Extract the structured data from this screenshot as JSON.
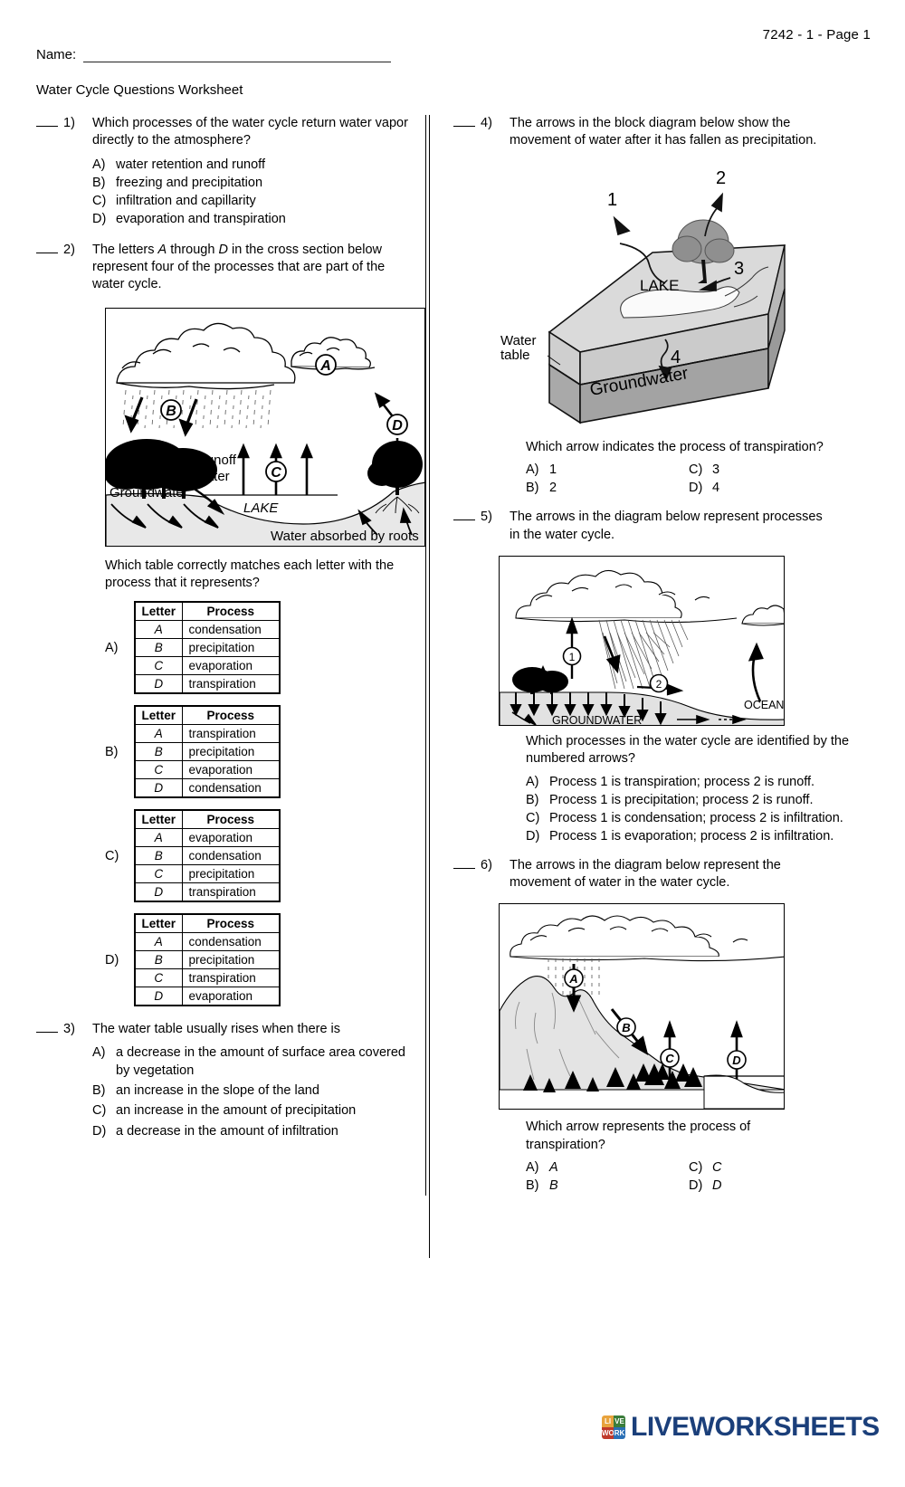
{
  "header": {
    "page_code": "7242 - 1 - Page 1",
    "name_label": "Name:",
    "worksheet_title": "Water Cycle Questions Worksheet"
  },
  "questions": [
    {
      "number": "1)",
      "stem": "Which processes of the water cycle return water vapor directly to the atmosphere?",
      "options": [
        {
          "key": "A)",
          "text": "water retention and runoff"
        },
        {
          "key": "B)",
          "text": "freezing and precipitation"
        },
        {
          "key": "C)",
          "text": "infiltration and capillarity"
        },
        {
          "key": "D)",
          "text": "evaporation and transpiration"
        }
      ]
    },
    {
      "number": "2)",
      "stem_part1": "The letters ",
      "stem_italic1": "A",
      "stem_part2": " through ",
      "stem_italic2": "D",
      "stem_part3": " in the cross section below represent four of the processes that are part of the water cycle.",
      "figure": {
        "labels": {
          "a": "A",
          "b": "B",
          "c": "C",
          "d": "D",
          "runoff": "Runoff",
          "runoff2": "water",
          "groundwater": "Groundwater",
          "lake": "LAKE",
          "roots": "Water absorbed by roots"
        }
      },
      "sub_stem": "Which table correctly matches each letter with the process that it represents?",
      "table_header": {
        "letter": "Letter",
        "process": "Process"
      },
      "table_choices": [
        {
          "key": "A)",
          "rows": [
            [
              "A",
              "condensation"
            ],
            [
              "B",
              "precipitation"
            ],
            [
              "C",
              "evaporation"
            ],
            [
              "D",
              "transpiration"
            ]
          ]
        },
        {
          "key": "B)",
          "rows": [
            [
              "A",
              "transpiration"
            ],
            [
              "B",
              "precipitation"
            ],
            [
              "C",
              "evaporation"
            ],
            [
              "D",
              "condensation"
            ]
          ]
        },
        {
          "key": "C)",
          "rows": [
            [
              "A",
              "evaporation"
            ],
            [
              "B",
              "condensation"
            ],
            [
              "C",
              "precipitation"
            ],
            [
              "D",
              "transpiration"
            ]
          ]
        },
        {
          "key": "D)",
          "rows": [
            [
              "A",
              "condensation"
            ],
            [
              "B",
              "precipitation"
            ],
            [
              "C",
              "transpiration"
            ],
            [
              "D",
              "evaporation"
            ]
          ]
        }
      ]
    },
    {
      "number": "3)",
      "stem": "The water table usually rises when there is",
      "options": [
        {
          "key": "A)",
          "text": "a decrease in the amount of surface area covered by vegetation"
        },
        {
          "key": "B)",
          "text": "an increase in the slope of the land"
        },
        {
          "key": "C)",
          "text": "an increase in the amount of precipitation"
        },
        {
          "key": "D)",
          "text": "a decrease in the amount of infiltration"
        }
      ]
    },
    {
      "number": "4)",
      "stem": "The arrows in the block diagram below show the movement of water after it has fallen as precipitation.",
      "figure": {
        "labels": {
          "one": "1",
          "two": "2",
          "three": "3",
          "four": "4",
          "lake": "LAKE",
          "water_table_1": "Water",
          "water_table_2": "table",
          "groundwater": "Groundwater"
        }
      },
      "sub_stem": "Which arrow indicates the process of transpiration?",
      "options_grid": [
        {
          "key": "A)",
          "text": "1"
        },
        {
          "key": "B)",
          "text": "2"
        },
        {
          "key": "C)",
          "text": "3"
        },
        {
          "key": "D)",
          "text": "4"
        }
      ]
    },
    {
      "number": "5)",
      "stem": "The arrows in the diagram below represent processes in the water cycle.",
      "figure": {
        "labels": {
          "one": "1",
          "two": "2",
          "ocean": "OCEAN",
          "groundwater": "GROUNDWATER"
        }
      },
      "sub_stem": "Which processes in the water cycle are identified by the numbered arrows?",
      "options": [
        {
          "key": "A)",
          "text": "Process 1 is transpiration; process 2 is runoff."
        },
        {
          "key": "B)",
          "text": "Process 1 is precipitation; process 2 is runoff."
        },
        {
          "key": "C)",
          "text": "Process 1 is condensation; process 2 is infiltration."
        },
        {
          "key": "D)",
          "text": "Process 1 is evaporation; process 2 is infiltration."
        }
      ]
    },
    {
      "number": "6)",
      "stem": "The arrows in the diagram below represent the movement of water in the water cycle.",
      "figure": {
        "labels": {
          "a": "A",
          "b": "B",
          "c": "C",
          "d": "D"
        }
      },
      "sub_stem": "Which arrow represents the process of transpiration?",
      "options_grid": [
        {
          "key": "A)",
          "text": "A"
        },
        {
          "key": "B)",
          "text": "B"
        },
        {
          "key": "C)",
          "text": "C"
        },
        {
          "key": "D)",
          "text": "D"
        }
      ]
    }
  ],
  "footer": {
    "logo_text": "LIVEWORKSHEETS",
    "logo_cells": [
      "LI",
      "VE",
      "WO",
      "RK"
    ],
    "logo_colors": [
      "#e8a33d",
      "#3b7d3b",
      "#c0392b",
      "#2a6fb5"
    ],
    "brand_color": "#1b3f7a"
  }
}
